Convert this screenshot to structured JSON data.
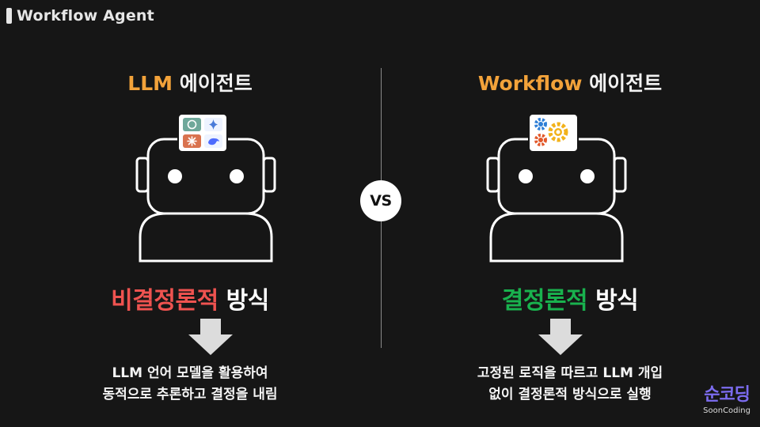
{
  "header": {
    "title": "Workflow Agent"
  },
  "vs_label": "VS",
  "left": {
    "title_accent": "LLM",
    "title_rest": " 에이전트",
    "mode_highlight": "비결정론적",
    "mode_rest": " 방식",
    "desc_line1": "LLM 언어 모델을 활용하여",
    "desc_line2": "동적으로  추론하고 결정을 내림",
    "chip_icons": [
      "chatgpt-icon",
      "gemini-icon",
      "claude-icon",
      "deepseek-icon"
    ]
  },
  "right": {
    "title_accent": "Workflow",
    "title_rest": " 에이전트",
    "mode_highlight": "결정론적",
    "mode_rest": " 방식",
    "desc_line1": "고정된 로직을 따르고 LLM 개입",
    "desc_line2": "없이 결정론적 방식으로 실행",
    "chip_icons": [
      "blue-gear-icon",
      "orange-gear-icon",
      "yellow-gear-icon"
    ]
  },
  "logo": {
    "main": "순코딩",
    "sub": "SoonCoding"
  },
  "colors": {
    "background": "#161616",
    "title_accent": "#f2a23a",
    "nondeterministic": "#ef5350",
    "deterministic": "#19b24e",
    "logo": "#7c6cf0"
  }
}
